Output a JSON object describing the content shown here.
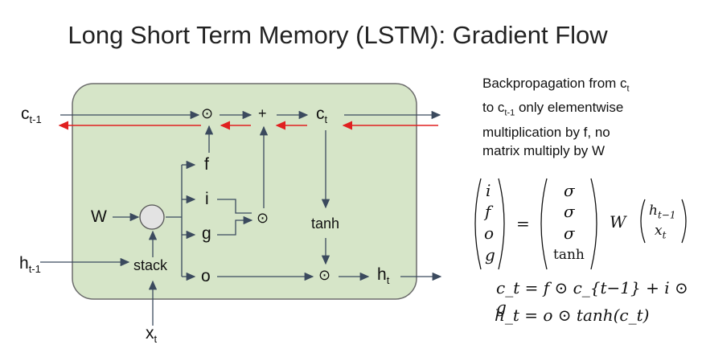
{
  "title": "Long Short Term Memory (LSTM): Gradient Flow",
  "note": {
    "line1_a": "Backpropagation from c",
    "line1_sub": "t",
    "line2_a": "to c",
    "line2_sub": "t-1",
    "line2_b": " only elementwise",
    "line3": "multiplication by f, no",
    "line4": "matrix multiply by W"
  },
  "diagram": {
    "c_prev": "c",
    "c_prev_sub": "t-1",
    "c_t": "c",
    "c_t_sub": "t",
    "h_prev": "h",
    "h_prev_sub": "t-1",
    "h_t": "h",
    "h_t_sub": "t",
    "x_t": "x",
    "x_t_sub": "t",
    "W": "W",
    "stack": "stack",
    "tanh": "tanh",
    "gate_f": "f",
    "gate_i": "i",
    "gate_g": "g",
    "gate_o": "o",
    "odot": "⊙",
    "plus": "+"
  },
  "equations": {
    "vector_left": [
      "i",
      "f",
      "o",
      "g"
    ],
    "equals": "=",
    "vector_mid": [
      "σ",
      "σ",
      "σ",
      "tanh"
    ],
    "W": "W",
    "vector_right": [
      "h",
      "x"
    ],
    "vector_right_sub": [
      "t−1",
      "t"
    ],
    "eq1": "c_t = f ⊙ c_{t−1} + i ⊙ g",
    "eq2": "h_t = o ⊙ tanh(c_t)"
  },
  "colors": {
    "cell_fill": "#d6e5c8",
    "cell_border": "#6b6b6b",
    "forward_arrow": "#3b4a5e",
    "gradient_arrow": "#e02020"
  }
}
